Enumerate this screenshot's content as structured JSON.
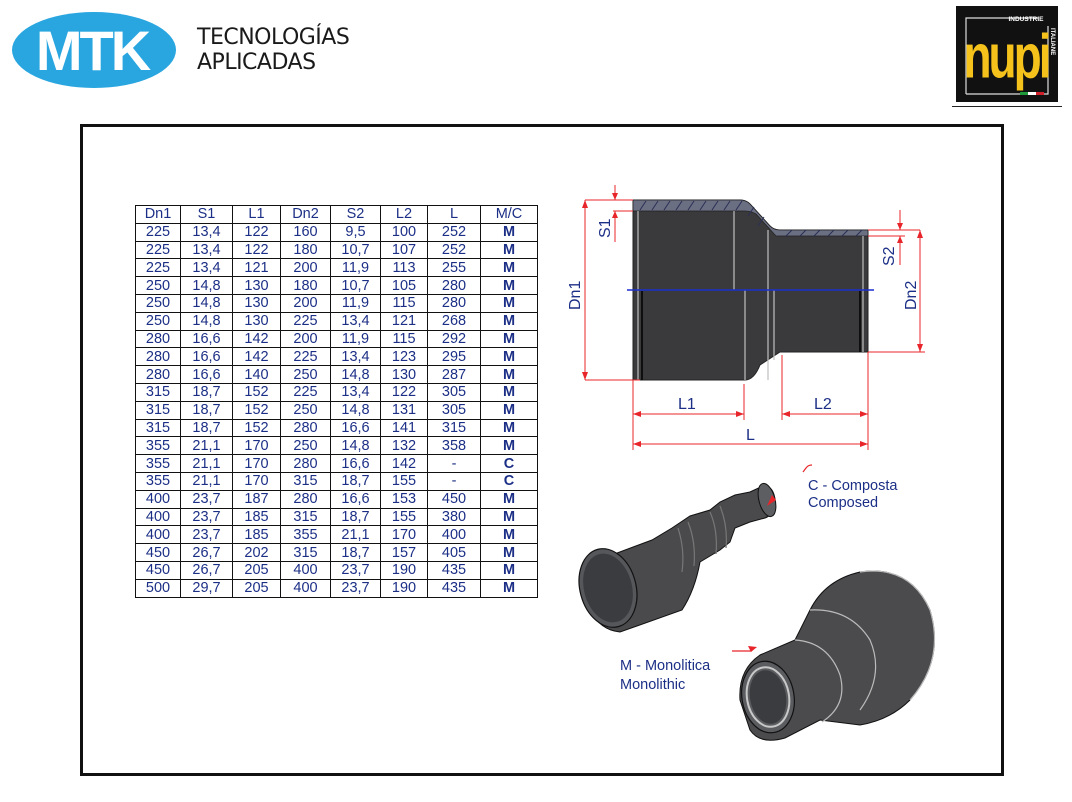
{
  "header": {
    "left_logo": {
      "name": "MTK",
      "color": "#29a6e0",
      "tagline_line1": "TECNOLOGÍAS",
      "tagline_line2": "APLICADAS"
    },
    "right_logo": {
      "name": "nupi",
      "subtitle_top": "INDUSTRIE",
      "subtitle_side": "ITALIANE",
      "background": "#111111",
      "text_color": "#f5c21b"
    }
  },
  "table": {
    "columns": [
      "Dn1",
      "S1",
      "L1",
      "Dn2",
      "S2",
      "L2",
      "L",
      "M/C"
    ],
    "rows": [
      [
        "225",
        "13,4",
        "122",
        "160",
        "9,5",
        "100",
        "252",
        "M"
      ],
      [
        "225",
        "13,4",
        "122",
        "180",
        "10,7",
        "107",
        "252",
        "M"
      ],
      [
        "225",
        "13,4",
        "121",
        "200",
        "11,9",
        "113",
        "255",
        "M"
      ],
      [
        "250",
        "14,8",
        "130",
        "180",
        "10,7",
        "105",
        "280",
        "M"
      ],
      [
        "250",
        "14,8",
        "130",
        "200",
        "11,9",
        "115",
        "280",
        "M"
      ],
      [
        "250",
        "14,8",
        "130",
        "225",
        "13,4",
        "121",
        "268",
        "M"
      ],
      [
        "280",
        "16,6",
        "142",
        "200",
        "11,9",
        "115",
        "292",
        "M"
      ],
      [
        "280",
        "16,6",
        "142",
        "225",
        "13,4",
        "123",
        "295",
        "M"
      ],
      [
        "280",
        "16,6",
        "140",
        "250",
        "14,8",
        "130",
        "287",
        "M"
      ],
      [
        "315",
        "18,7",
        "152",
        "225",
        "13,4",
        "122",
        "305",
        "M"
      ],
      [
        "315",
        "18,7",
        "152",
        "250",
        "14,8",
        "131",
        "305",
        "M"
      ],
      [
        "315",
        "18,7",
        "152",
        "280",
        "16,6",
        "141",
        "315",
        "M"
      ],
      [
        "355",
        "21,1",
        "170",
        "250",
        "14,8",
        "132",
        "358",
        "M"
      ],
      [
        "355",
        "21,1",
        "170",
        "280",
        "16,6",
        "142",
        "-",
        "C"
      ],
      [
        "355",
        "21,1",
        "170",
        "315",
        "18,7",
        "155",
        "-",
        "C"
      ],
      [
        "400",
        "23,7",
        "187",
        "280",
        "16,6",
        "153",
        "450",
        "M"
      ],
      [
        "400",
        "23,7",
        "185",
        "315",
        "18,7",
        "155",
        "380",
        "M"
      ],
      [
        "400",
        "23,7",
        "185",
        "355",
        "21,1",
        "170",
        "400",
        "M"
      ],
      [
        "450",
        "26,7",
        "202",
        "315",
        "18,7",
        "157",
        "405",
        "M"
      ],
      [
        "450",
        "26,7",
        "205",
        "400",
        "23,7",
        "190",
        "435",
        "M"
      ],
      [
        "500",
        "29,7",
        "205",
        "400",
        "23,7",
        "190",
        "435",
        "M"
      ]
    ]
  },
  "diagram": {
    "dimension_labels": {
      "s1": "S1",
      "s2": "S2",
      "dn1": "Dn1",
      "dn2": "Dn2",
      "l1": "L1",
      "l2": "L2",
      "l": "L"
    },
    "callouts": {
      "composed_line1": "C - Composta",
      "composed_line2": "Composed",
      "monolithic_line1": "M - Monolitica",
      "monolithic_line2": "Monolithic"
    },
    "dimension_color": "#e8252a",
    "axis_color": "#1a2fd0",
    "label_color": "#1c2f86"
  }
}
